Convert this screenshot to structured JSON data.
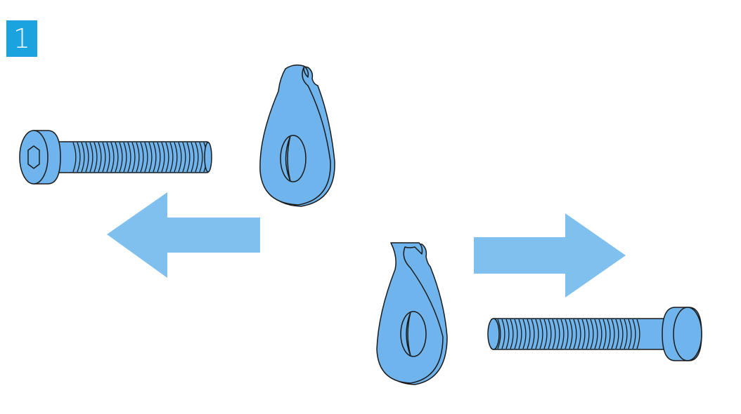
{
  "step": {
    "number": "1"
  },
  "colors": {
    "badge": "#1aa3de",
    "part_fill": "#6fb4ec",
    "part_stroke": "#1a1a1a",
    "arrow": "#7fc0ee",
    "background": "#ffffff"
  },
  "parts": {
    "upper_left": [
      "screw",
      "hook-washer"
    ],
    "lower_right": [
      "hook-washer",
      "screw"
    ]
  },
  "arrows": {
    "upper": "left",
    "lower": "right"
  },
  "icons": {
    "step_badge": "step-number-badge",
    "screw": "hex-socket-screw-icon",
    "washer": "hook-washer-icon",
    "arrow_left": "arrow-left-icon",
    "arrow_right": "arrow-right-icon"
  }
}
